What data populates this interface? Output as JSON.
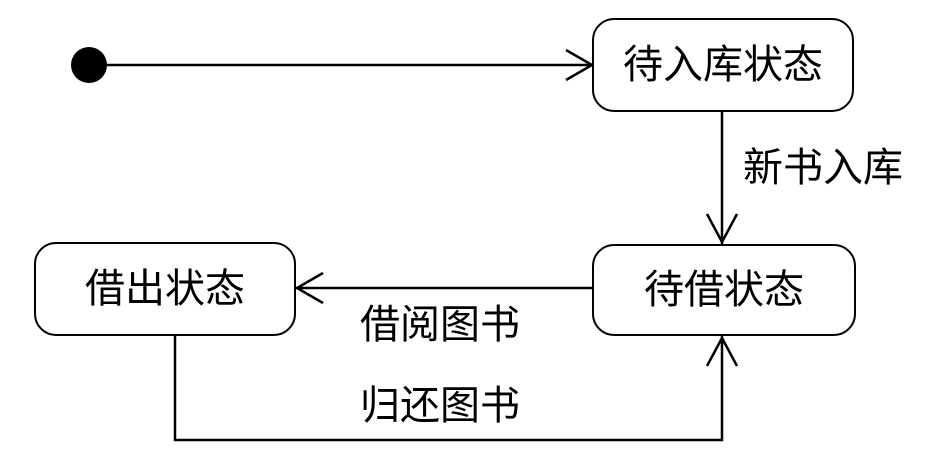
{
  "states": {
    "pending_storage": "待入库状态",
    "available": "待借状态",
    "borrowed": "借出状态"
  },
  "transitions": {
    "new_book_stored": "新书入库",
    "borrow_book": "借阅图书",
    "return_book": "归还图书"
  },
  "colors": {
    "stroke": "#000000",
    "background": "#ffffff"
  }
}
